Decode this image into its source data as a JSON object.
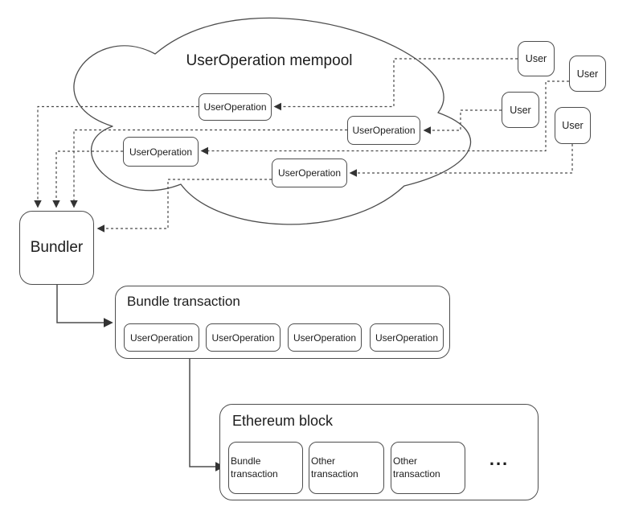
{
  "colors": {
    "background": "#ffffff",
    "box_stroke": "#4d4d4d",
    "connector_dashed": "#4a4a4a",
    "connector_solid": "#4d4d4d",
    "text": "#1c1c1c"
  },
  "mempool": {
    "title": "UserOperation mempool",
    "operations": [
      "UserOperation",
      "UserOperation",
      "UserOperation",
      "UserOperation"
    ]
  },
  "users": [
    "User",
    "User",
    "User",
    "User"
  ],
  "bundler": {
    "label": "Bundler"
  },
  "bundle_transaction": {
    "title": "Bundle transaction",
    "operations": [
      "UserOperation",
      "UserOperation",
      "UserOperation",
      "UserOperation"
    ]
  },
  "ethereum_block": {
    "title": "Ethereum block",
    "transactions": [
      "Bundle transaction",
      "Other transaction",
      "Other transaction"
    ],
    "more_indicator": "..."
  }
}
